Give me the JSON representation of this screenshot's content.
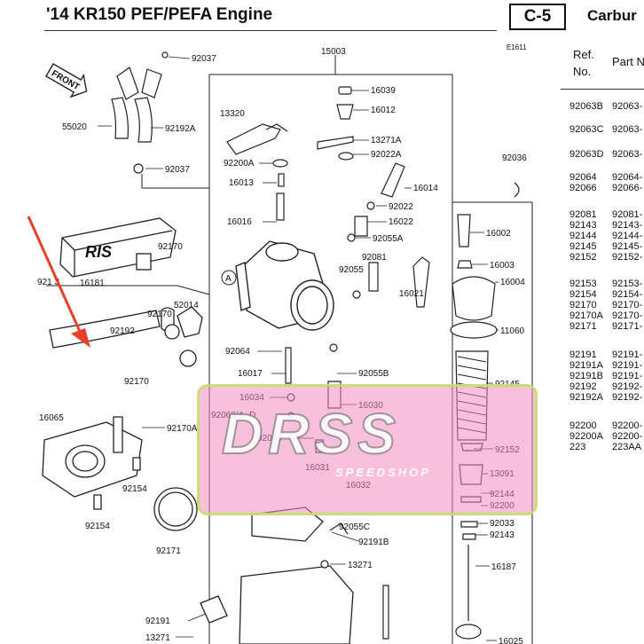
{
  "header": {
    "title": "'14 KR150 PEF/PEFA Engine",
    "page": "C-5",
    "section": "Carbur"
  },
  "edition_code": "E1611",
  "parts_table": {
    "ref_header": "Ref.\nNo.",
    "part_header": "Part N",
    "groups": [
      {
        "refs": [
          "92063B"
        ],
        "parts": [
          "92063-"
        ]
      },
      {
        "refs": [
          "92063C"
        ],
        "parts": [
          "92063-"
        ]
      },
      {
        "refs": [
          "92063D"
        ],
        "parts": [
          "92063-"
        ]
      },
      {
        "refs": [
          "92064",
          "92066"
        ],
        "parts": [
          "92064-",
          "92066-"
        ]
      },
      {
        "refs": [
          "92081",
          "92143",
          "92144",
          "92145",
          "92152"
        ],
        "parts": [
          "92081-",
          "92143-",
          "92144-",
          "92145-",
          "92152-"
        ]
      },
      {
        "refs": [
          "92153",
          "92154",
          "92170",
          "92170A",
          "92171"
        ],
        "parts": [
          "92153-",
          "92154-",
          "92170-",
          "92170-",
          "92171-"
        ]
      },
      {
        "refs": [
          "92191",
          "92191A",
          "92191B",
          "92192",
          "92192A"
        ],
        "parts": [
          "92191-",
          "92191-",
          "92191-",
          "92192-",
          "92192-"
        ]
      },
      {
        "refs": [
          "92200",
          "92200A",
          "223"
        ],
        "parts": [
          "92200-",
          "92200-",
          "223AA"
        ]
      }
    ]
  },
  "front_label": "FRONT",
  "airbox_logo": "RIS",
  "part_labels": [
    {
      "id": "92037a",
      "text": "92037"
    },
    {
      "id": "15003",
      "text": "15003"
    },
    {
      "id": "55020",
      "text": "55020"
    },
    {
      "id": "92192A",
      "text": "92192A"
    },
    {
      "id": "92037b",
      "text": "92037"
    },
    {
      "id": "13320",
      "text": "13320"
    },
    {
      "id": "16039",
      "text": "16039"
    },
    {
      "id": "16012",
      "text": "16012"
    },
    {
      "id": "13271A",
      "text": "13271A"
    },
    {
      "id": "92022A",
      "text": "92022A"
    },
    {
      "id": "92200A",
      "text": "92200A"
    },
    {
      "id": "16013",
      "text": "16013"
    },
    {
      "id": "16014",
      "text": "16014"
    },
    {
      "id": "92036",
      "text": "92036"
    },
    {
      "id": "92022",
      "text": "92022"
    },
    {
      "id": "16022",
      "text": "16022"
    },
    {
      "id": "16016",
      "text": "16016"
    },
    {
      "id": "92055A",
      "text": "92055A"
    },
    {
      "id": "16002",
      "text": "16002"
    },
    {
      "id": "92170a",
      "text": "92170"
    },
    {
      "id": "9213x",
      "text": "921 3"
    },
    {
      "id": "16181",
      "text": "16181"
    },
    {
      "id": "92081",
      "text": "92081"
    },
    {
      "id": "92055",
      "text": "92055"
    },
    {
      "id": "16021",
      "text": "16021"
    },
    {
      "id": "16003",
      "text": "16003"
    },
    {
      "id": "16004",
      "text": "16004"
    },
    {
      "id": "52014",
      "text": "52014"
    },
    {
      "id": "92170b",
      "text": "92170"
    },
    {
      "id": "92192",
      "text": "92192"
    },
    {
      "id": "11060",
      "text": "11060"
    },
    {
      "id": "92064",
      "text": "92064"
    },
    {
      "id": "92170c",
      "text": "92170"
    },
    {
      "id": "16017",
      "text": "16017"
    },
    {
      "id": "92055B",
      "text": "92055B"
    },
    {
      "id": "92145",
      "text": "92145"
    },
    {
      "id": "16034",
      "text": "16034"
    },
    {
      "id": "16030",
      "text": "16030"
    },
    {
      "id": "16065",
      "text": "16065"
    },
    {
      "id": "92063AD",
      "text": "92063/A~D"
    },
    {
      "id": "92170A",
      "text": "92170A"
    },
    {
      "id": "92009",
      "text": "92009"
    },
    {
      "id": "92152",
      "text": "92152"
    },
    {
      "id": "16031",
      "text": "16031"
    },
    {
      "id": "13091",
      "text": "13091"
    },
    {
      "id": "92154a",
      "text": "92154"
    },
    {
      "id": "16032",
      "text": "16032"
    },
    {
      "id": "92144",
      "text": "92144"
    },
    {
      "id": "92200",
      "text": "92200"
    },
    {
      "id": "92154b",
      "text": "92154"
    },
    {
      "id": "92055C",
      "text": "92055C"
    },
    {
      "id": "92033",
      "text": "92033"
    },
    {
      "id": "92143",
      "text": "92143"
    },
    {
      "id": "92191B",
      "text": "92191B"
    },
    {
      "id": "92171",
      "text": "92171"
    },
    {
      "id": "13271",
      "text": "13271"
    },
    {
      "id": "16187",
      "text": "16187"
    },
    {
      "id": "92191",
      "text": "92191"
    },
    {
      "id": "13271b",
      "text": "13271"
    },
    {
      "id": "16025",
      "text": "16025"
    }
  ],
  "callout_letter": "A",
  "watermark": {
    "main": "DRSS",
    "sub": "SPEEDSHOP"
  },
  "colors": {
    "arrow": "#e8402a",
    "watermark_fill": "#f08cbe",
    "watermark_border": "#c8e16e"
  }
}
